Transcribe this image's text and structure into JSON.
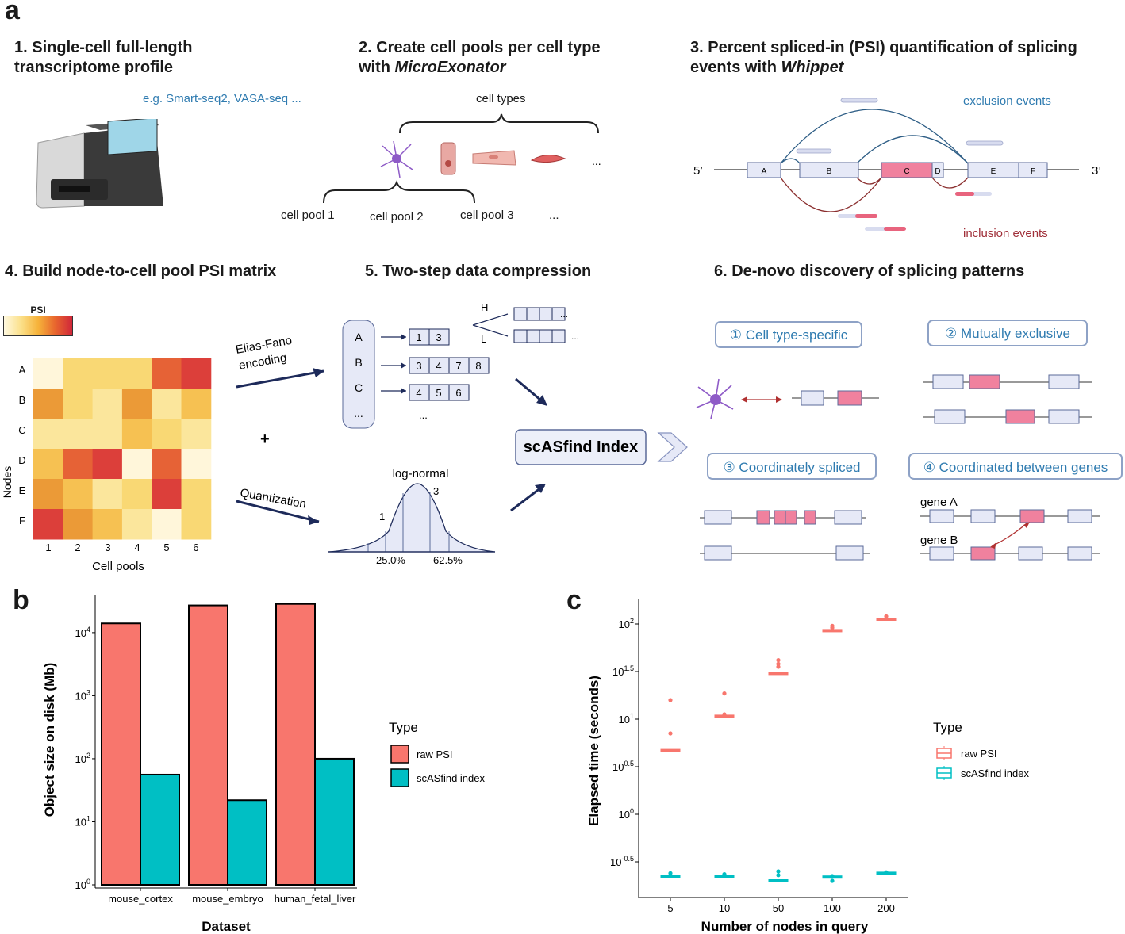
{
  "labels": {
    "a": "a",
    "b": "b",
    "c": "c"
  },
  "sections": {
    "s1": {
      "line1": "1. Single-cell full-length",
      "line2": "transcriptome profile",
      "example": "e.g. Smart-seq2, VASA-seq ..."
    },
    "s2": {
      "line1": "2. Create cell pools per cell type",
      "line2_pre": "with ",
      "line2_tool": "MicroExonator",
      "cell_types": "cell types",
      "ellipsis": "...",
      "pools": [
        "cell pool 1",
        "cell pool 2",
        "cell pool 3",
        "..."
      ]
    },
    "s3": {
      "line1": "3. Percent spliced-in (PSI) quantification of splicing",
      "line2_pre": "events with ",
      "line2_tool": "Whippet",
      "exclusion": "exclusion events",
      "inclusion": "inclusion events",
      "five": "5’",
      "three": "3’",
      "exons": [
        "A",
        "B",
        "C",
        "D",
        "E",
        "F"
      ]
    },
    "s4": {
      "title": "4. Build node-to-cell pool PSI matrix",
      "legend": "PSI",
      "ylabel": "Nodes",
      "xlabel": "Cell pools",
      "rows": [
        "A",
        "B",
        "C",
        "D",
        "E",
        "F"
      ],
      "cols": [
        "1",
        "2",
        "3",
        "4",
        "5",
        "6"
      ]
    },
    "s5": {
      "title": "5. Two-step data compression",
      "ef1": "Elias-Fano",
      "ef2": "encoding",
      "quant": "Quantization",
      "plus": "+",
      "nodes": [
        "A",
        "B",
        "C",
        "..."
      ],
      "row_a": [
        "1",
        "3"
      ],
      "row_b": [
        "3",
        "4",
        "7",
        "8"
      ],
      "row_c": [
        "4",
        "5",
        "6"
      ],
      "h": "H",
      "l": "L",
      "dots": "...",
      "lognormal": "log-normal",
      "q1": "1",
      "q3": "3",
      "p25": "25.0%",
      "p62": "62.5%",
      "index": "scASfind Index"
    },
    "s6": {
      "title": "6. De-novo discovery of splicing patterns",
      "p1": "① Cell type-specific",
      "p2": "② Mutually exclusive",
      "p3": "③ Coordinately spliced",
      "p4": "④ Coordinated between genes",
      "geneA": "gene A",
      "geneB": "gene B"
    }
  },
  "colors": {
    "exon": "#e6e9f7",
    "exon_stroke": "#5b6a99",
    "pink": "#f0819e",
    "navy": "#1d2a5a",
    "blue_text": "#2f7bb0",
    "red_text": "#a0303a",
    "raw": "#f8766d",
    "index": "#00bfc4"
  },
  "chart_data": [
    {
      "type": "bar",
      "xlabel": "Dataset",
      "ylabel": "Object size on disk (Mb)",
      "yscale": "log10",
      "ylim": [
        1,
        40000
      ],
      "yticks": [
        "10^0",
        "10^1",
        "10^2",
        "10^3",
        "10^4"
      ],
      "categories": [
        "mouse_cortex",
        "mouse_embryo",
        "human_fetal_liver"
      ],
      "legend_title": "Type",
      "series": [
        {
          "name": "raw PSI",
          "color": "#f8766d",
          "values": [
            14000,
            27000,
            28500
          ]
        },
        {
          "name": "scASfind index",
          "color": "#00bfc4",
          "values": [
            56,
            22,
            100
          ]
        }
      ]
    },
    {
      "type": "box",
      "xlabel": "Number of nodes in query",
      "ylabel": "Elapsed time (seconds)",
      "yscale": "log10",
      "yticks": [
        "10^-0.5",
        "10^0",
        "10^0.5",
        "10^1",
        "10^1.5",
        "10^2"
      ],
      "categories": [
        "5",
        "10",
        "50",
        "100",
        "200"
      ],
      "legend_title": "Type",
      "series": [
        {
          "name": "raw PSI",
          "color": "#f8766d",
          "medians": [
            0.67,
            1.03,
            1.48,
            1.93,
            2.05
          ],
          "outliers": [
            [
              1.2,
              0.85
            ],
            [
              1.27,
              1.05
            ],
            [
              1.62,
              1.58,
              1.55
            ],
            [
              1.98,
              1.96
            ],
            [
              2.08
            ]
          ]
        },
        {
          "name": "scASfind index",
          "color": "#00bfc4",
          "medians": [
            -0.65,
            -0.65,
            -0.7,
            -0.66,
            -0.62
          ],
          "outliers": [
            [
              -0.62
            ],
            [
              -0.63
            ],
            [
              -0.6,
              -0.64
            ],
            [
              -0.65,
              -0.7
            ],
            [
              -0.61
            ]
          ]
        }
      ]
    }
  ]
}
